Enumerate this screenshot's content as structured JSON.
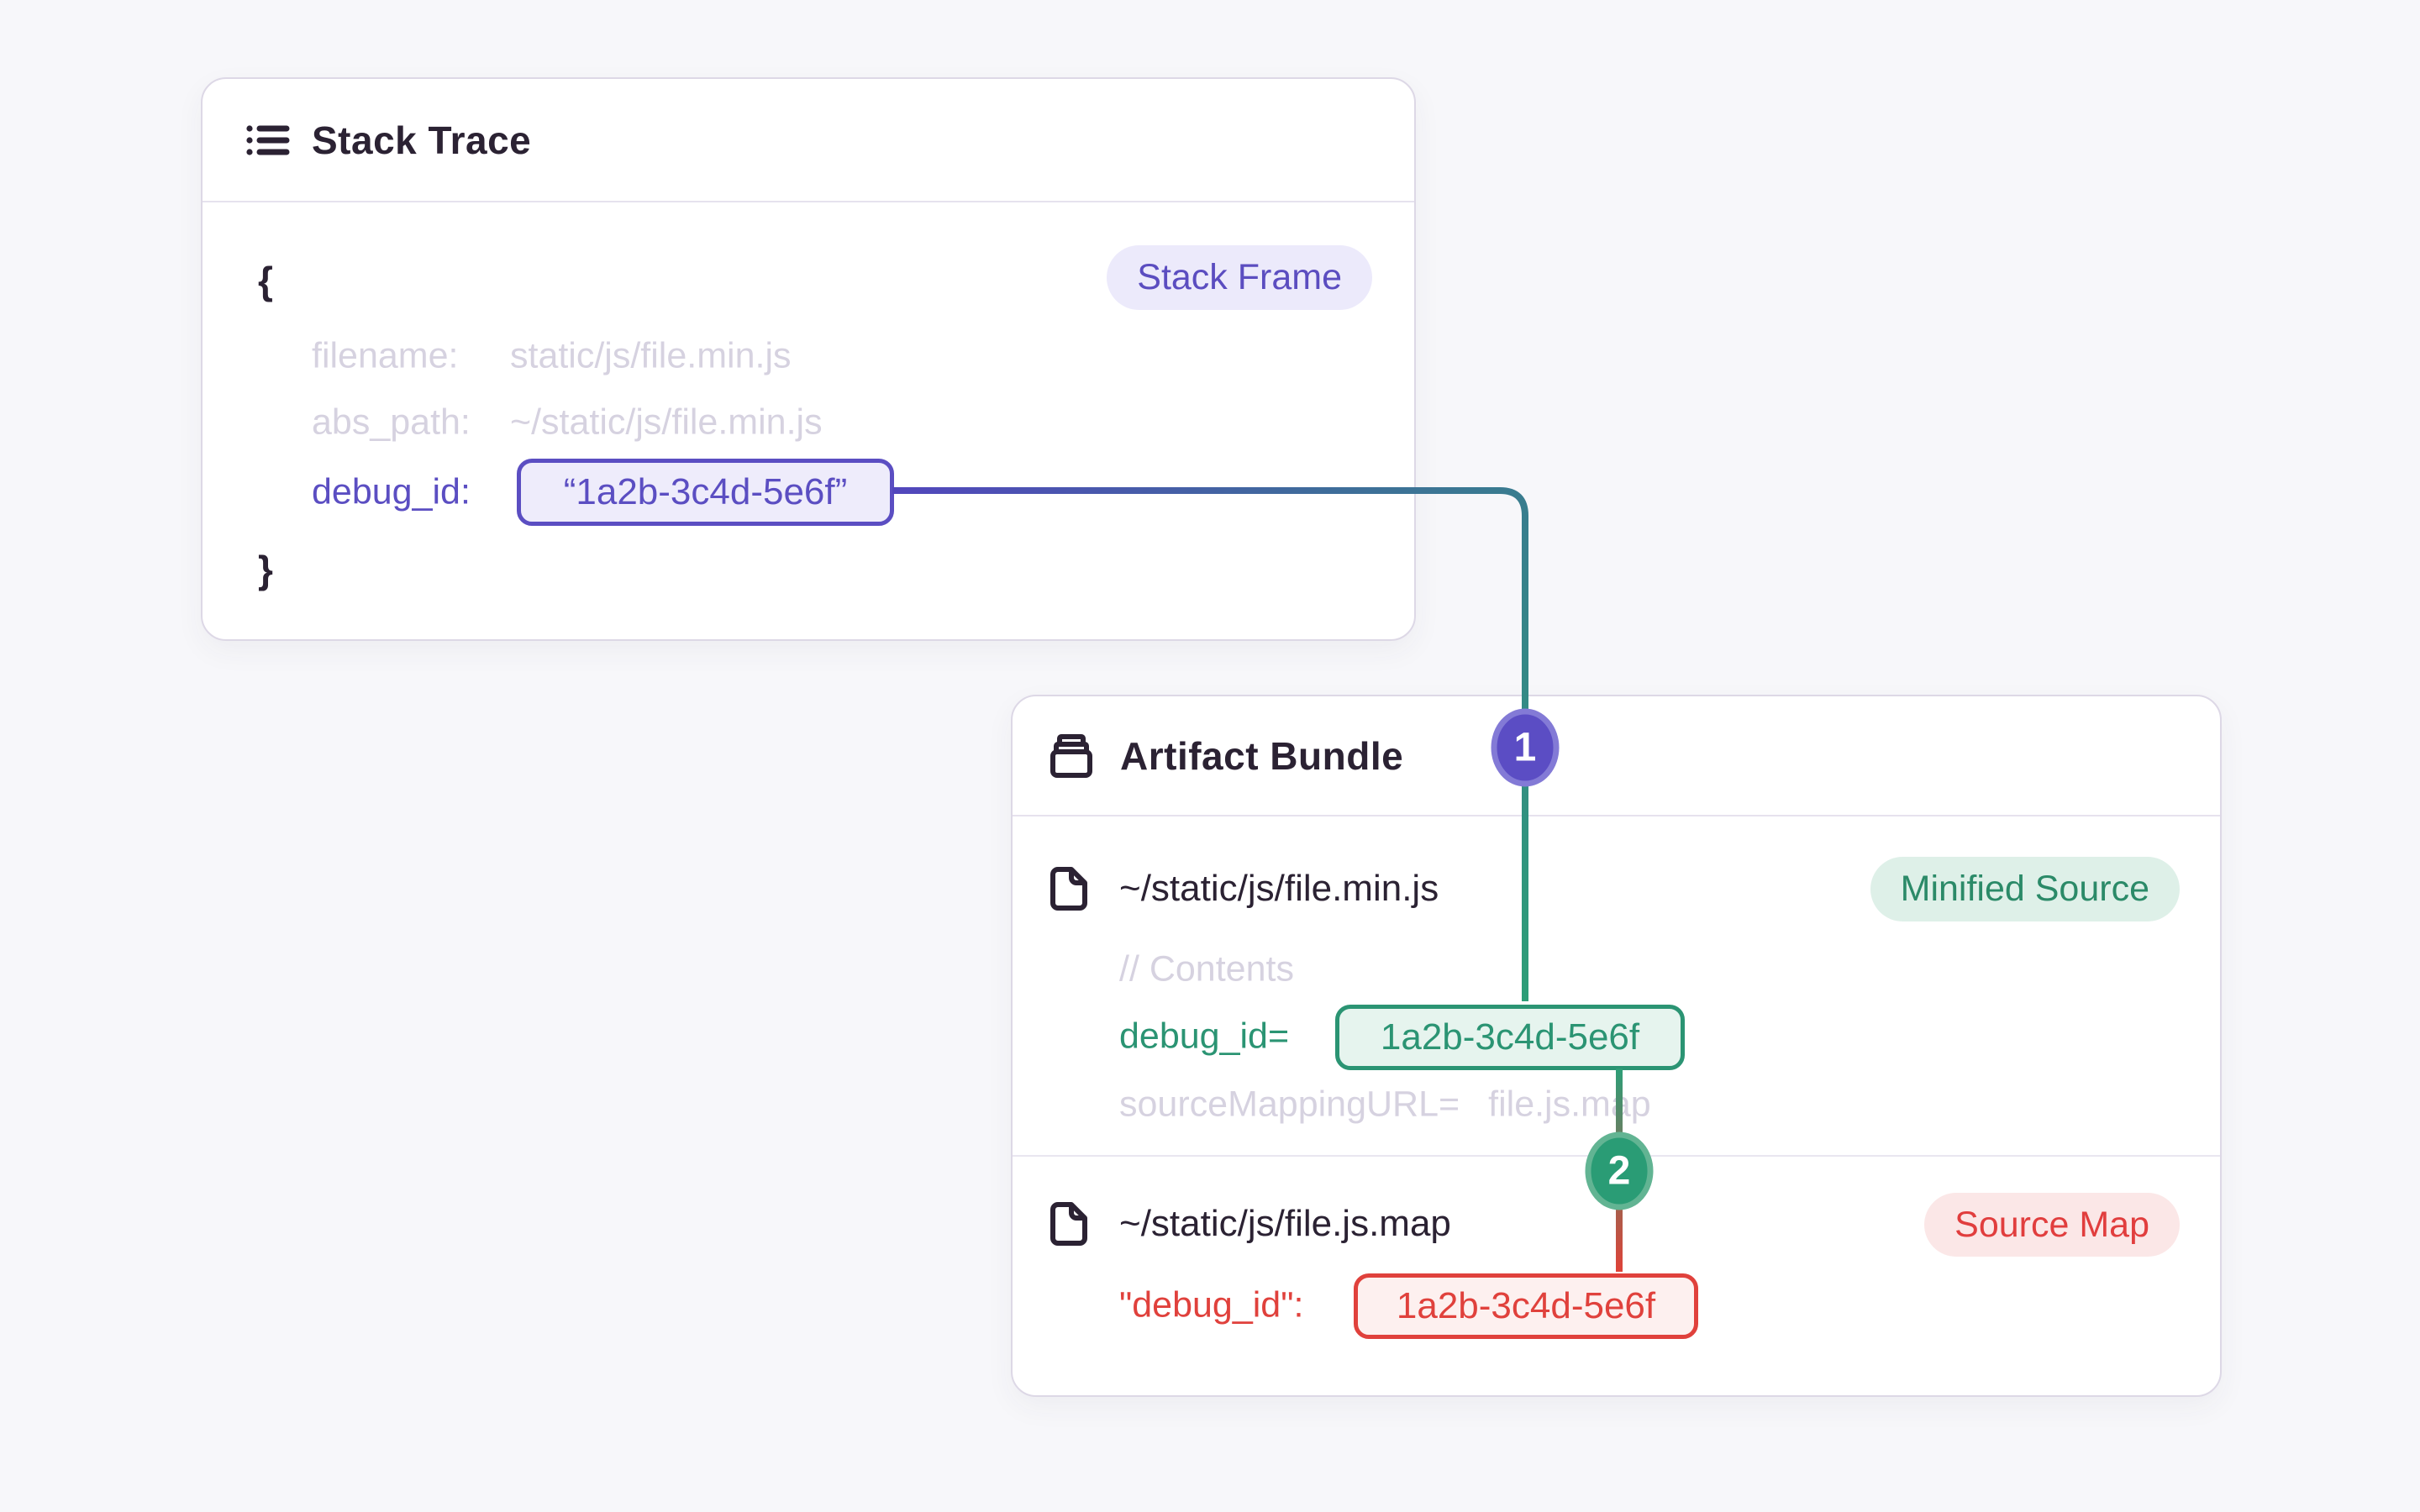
{
  "colors": {
    "page_background": "#f7f7fa",
    "card_border": "#ddd8e6",
    "text_dark": "#2b2233",
    "text_dim": "#d6d2e0",
    "accent_purple": "#5b4ec2",
    "accent_green": "#2b9473",
    "accent_red": "#e0413c",
    "connector_gradient_start": "#5246bd",
    "connector_gradient_end": "#2d9e77"
  },
  "stack_trace": {
    "title": "Stack Trace",
    "badge": "Stack Frame",
    "open_brace": "{",
    "close_brace": "}",
    "rows": [
      {
        "key": "filename:",
        "value": "static/js/file.min.js"
      },
      {
        "key": "abs_path:",
        "value": "~/static/js/file.min.js"
      },
      {
        "key": "debug_id:",
        "value": "“1a2b-3c4d-5e6f”"
      }
    ]
  },
  "artifact_bundle": {
    "title": "Artifact Bundle",
    "files": [
      {
        "path": "~/static/js/file.min.js",
        "badge": "Minified Source",
        "comment": "// Contents",
        "debug_key": "debug_id=",
        "debug_value": "1a2b-3c4d-5e6f",
        "source_mapping_key": "sourceMappingURL=",
        "source_mapping_value": "file.js.map"
      },
      {
        "path": "~/static/js/file.js.map",
        "badge": "Source Map",
        "debug_key": "\"debug_id\":",
        "debug_value": "1a2b-3c4d-5e6f"
      }
    ]
  },
  "markers": {
    "one": "1",
    "two": "2"
  }
}
